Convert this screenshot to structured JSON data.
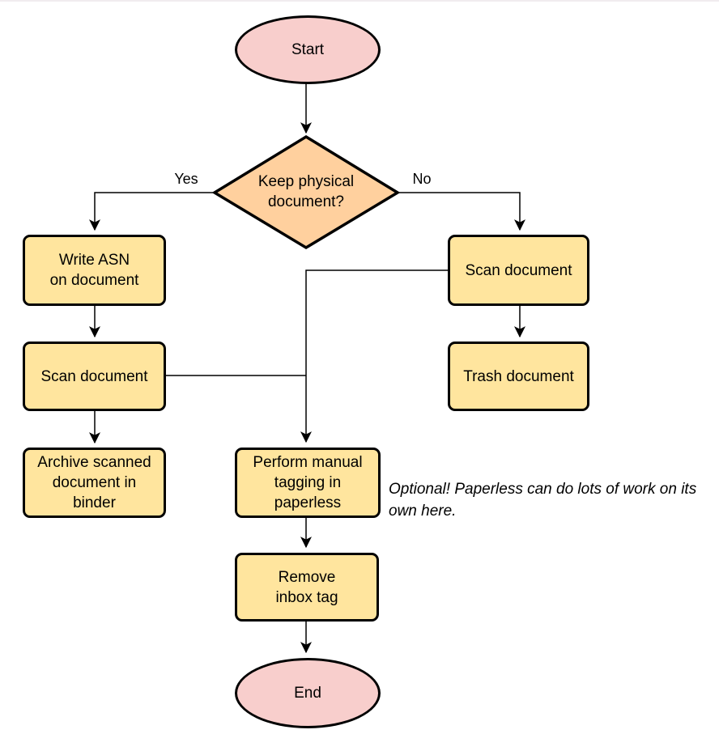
{
  "flowchart": {
    "nodes": {
      "start": {
        "type": "terminal",
        "label": "Start"
      },
      "decision": {
        "type": "decision",
        "lines": [
          "Keep physical",
          "document?"
        ]
      },
      "write_asn": {
        "type": "process",
        "lines": [
          "Write ASN",
          "on document"
        ]
      },
      "scan_left": {
        "type": "process",
        "label": "Scan document"
      },
      "archive": {
        "type": "process",
        "lines": [
          "Archive scanned",
          "document in",
          "binder"
        ]
      },
      "scan_right": {
        "type": "process",
        "label": "Scan document"
      },
      "trash": {
        "type": "process",
        "label": "Trash document"
      },
      "perform_tagging": {
        "type": "process",
        "lines": [
          "Perform manual",
          "tagging in",
          "paperless"
        ]
      },
      "remove_inbox_tag": {
        "type": "process",
        "lines": [
          "Remove",
          "inbox tag"
        ]
      },
      "end": {
        "type": "terminal",
        "label": "End"
      }
    },
    "edge_labels": {
      "yes": "Yes",
      "no": "No"
    },
    "note": "Optional! Paperless can do lots of work on its own here.",
    "colors": {
      "terminal_fill": "#f8cecc",
      "decision_fill": "#ffd09e",
      "process_fill": "#ffe59e",
      "stroke": "#000000",
      "background": "#ffffff"
    }
  }
}
